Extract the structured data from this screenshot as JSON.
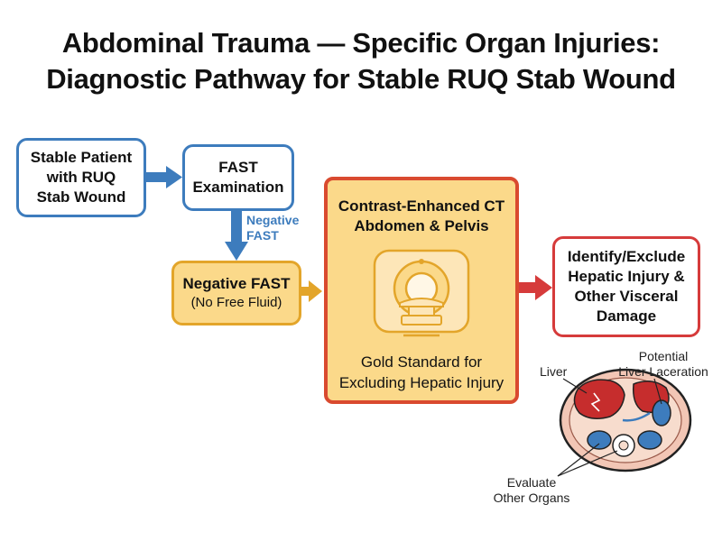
{
  "title": {
    "line1": "Abdominal Trauma — Specific Organ Injuries:",
    "line2": "Diagnostic Pathway for Stable RUQ Stab Wound"
  },
  "nodes": {
    "stable_patient": [
      "Stable Patient",
      "with RUQ",
      "Stab Wound"
    ],
    "fast_exam": [
      "FAST",
      "Examination"
    ],
    "negative_fast": {
      "line1": "Negative FAST",
      "line2": "(No Free Fluid)"
    },
    "ct": {
      "title": [
        "Contrast-Enhanced CT",
        "Abdomen & Pelvis"
      ],
      "icon": "ct-scanner-icon",
      "caption": [
        "Gold Standard for",
        "Excluding Hepatic Injury"
      ]
    },
    "identify": [
      "Identify/Exclude",
      "Hepatic Injury &",
      "Other Visceral",
      "Damage"
    ]
  },
  "edge_label": [
    "Negative",
    "FAST"
  ],
  "anatomy": {
    "icon": "abdominal-cross-section-icon",
    "liver_label": "Liver",
    "laceration_label": [
      "Potential",
      "Liver Laceration"
    ],
    "evaluate_label": [
      "Evaluate",
      "Other Organs"
    ]
  },
  "colors": {
    "blue": "#3d7cbd",
    "orange": "#e3a52a",
    "orange_fill": "#fbd98a",
    "red": "#d63b3b"
  }
}
